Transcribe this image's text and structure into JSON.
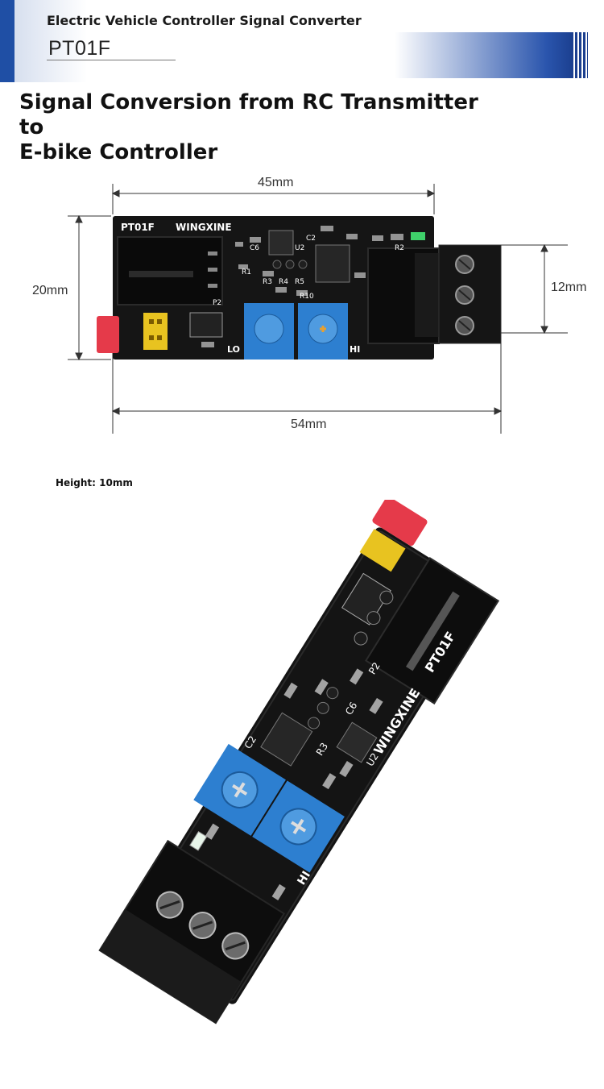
{
  "header": {
    "subtitle": "Electric Vehicle Controller Signal Converter",
    "model": "PT01F"
  },
  "headline": {
    "line1": "Signal Conversion from RC Transmitter to",
    "line2": "E-bike Controller"
  },
  "dimensions": {
    "pcb_length": "45mm",
    "total_length": "54mm",
    "width": "20mm",
    "terminal_width": "12mm",
    "height_note": "Height: 10mm"
  },
  "board": {
    "model_mark": "PT01F",
    "brand_mark": "WINGXINE",
    "pot_low_label": "LO",
    "pot_high_label": "HI",
    "ref_labels": [
      "R3",
      "R4",
      "R5",
      "R10",
      "U2",
      "C6",
      "C2",
      "R1",
      "P2",
      "R2"
    ],
    "photo_brand": "WINGXINE",
    "photo_model": "PT01F",
    "photo_hi": "HI",
    "photo_refs": [
      "P2",
      "R3",
      "C6",
      "U2",
      "C2"
    ]
  },
  "colors": {
    "brand_blue": "#1f4fa5",
    "pcb_black": "#151515",
    "pot_blue": "#2d7fd0",
    "jumper_red": "#e53a4a",
    "jumper_yellow": "#e8c320"
  }
}
